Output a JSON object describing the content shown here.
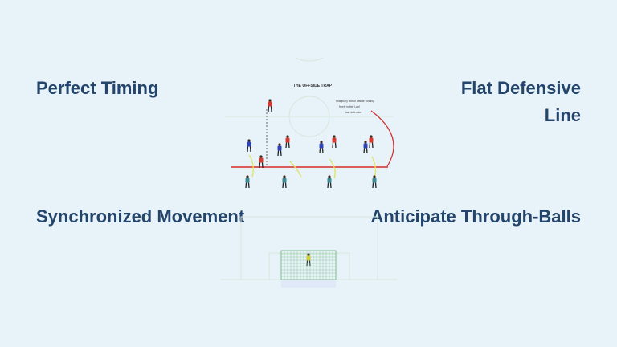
{
  "labels": {
    "top_left": "Perfect Timing",
    "top_right": "Flat Defensive Line",
    "bottom_left": "Synchronized Movement",
    "bottom_right": "Anticipate Through-Balls"
  },
  "diagram": {
    "title": "THE OFFSIDE TRAP",
    "annotation_lines": [
      "Imaginary line of offside running",
      "freely in the 'Last'",
      "last defender"
    ],
    "colors": {
      "offside_line": "#d62b2b",
      "attackers": "#d9382c",
      "defenders_blue": "#2d43b5",
      "defenders_teal": "#3f8a93",
      "goalkeeper": "#e8d21b",
      "run_arcs": "#dfe56a",
      "goal_net": "#7fc08a"
    }
  }
}
